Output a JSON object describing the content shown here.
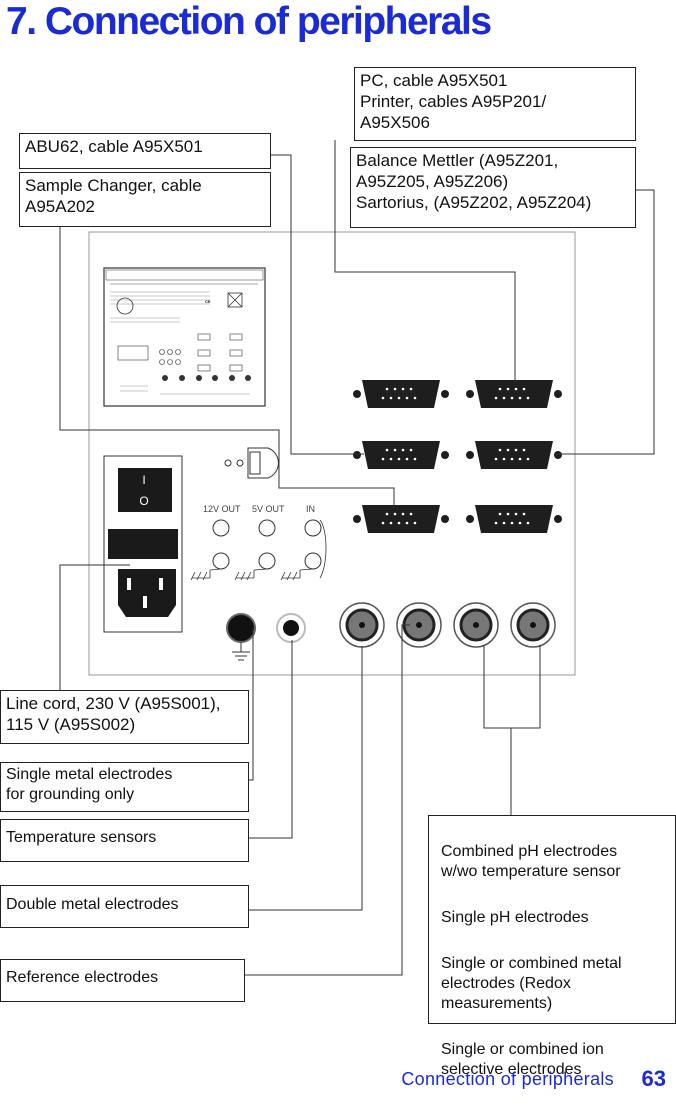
{
  "title": "7. Connection of peripherals",
  "callouts": {
    "pc": "PC, cable A95X501\nPrinter, cables A95P201/\nA95X506",
    "abu": "ABU62, cable A95X501",
    "balance": "Balance Mettler (A95Z201,\nA95Z205, A95Z206)\nSartorius, (A95Z202, A95Z204)",
    "sample_changer": "Sample Changer, cable\nA95A202",
    "line_cord": "Line cord, 230 V (A95S001),\n115 V (A95S002)",
    "single_metal": "Single metal electrodes\n for grounding only",
    "temperature": "Temperature sensors",
    "double_metal": "Double metal electrodes",
    "reference": "Reference electrodes",
    "combined": [
      "Combined pH electrodes\nw/wo temperature sensor",
      "Single pH electrodes",
      "Single or combined metal\nelectrodes (Redox\nmeasurements)",
      "Single or combined ion\nselective electrodes"
    ]
  },
  "panel": {
    "switch_on": "I",
    "switch_off": "O",
    "label_12v": "12V OUT",
    "label_5v": "5V OUT",
    "label_in": "IN"
  },
  "footer": {
    "section": "Connection of peripherals",
    "page": "63"
  },
  "colors": {
    "accent": "#1a2bd6"
  }
}
